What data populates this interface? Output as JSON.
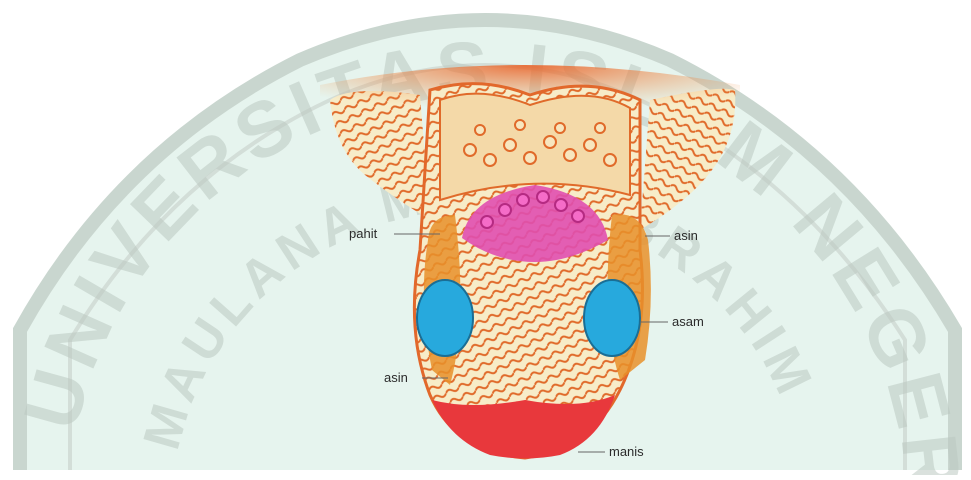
{
  "watermark": {
    "outer_text": "UNIVERSITAS ISLAM NEGERI",
    "inner_text": "MAULANA MALIK IBRAHIM",
    "color": "#bcc9c2",
    "background_tint": "#e6f4ee"
  },
  "labels": {
    "pahit": "pahit",
    "asin_right": "asin",
    "asam": "asam",
    "asin_left": "asin",
    "manis": "manis"
  },
  "region_colors": {
    "pahit": "#e04fb0",
    "asam": "#27a9dd",
    "manis": "#e8383c",
    "asin": "#e7902a",
    "tongue_base": "#f6e7b8",
    "papillae": "#e0621f"
  }
}
